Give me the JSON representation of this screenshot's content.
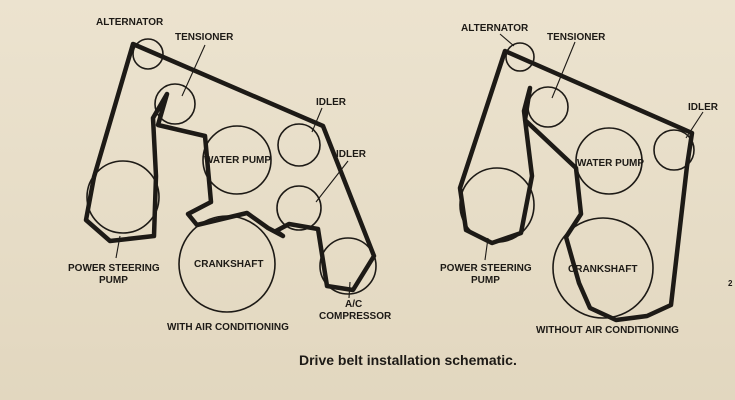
{
  "title": "Drive belt installation schematic.",
  "page_mark": "2",
  "diagram_with_ac": {
    "caption": "WITH AIR CONDITIONING",
    "labels": {
      "alternator": "ALTERNATOR",
      "tensioner": "TENSIONER",
      "idler_upper": "IDLER",
      "idler_lower": "IDLER",
      "water_pump": "WATER PUMP",
      "crankshaft": "CRANKSHAFT",
      "power_steering_line1": "POWER STEERING",
      "power_steering_line2": "PUMP",
      "ac_line1": "A/C",
      "ac_line2": "COMPRESSOR"
    }
  },
  "diagram_without_ac": {
    "caption": "WITHOUT AIR CONDITIONING",
    "labels": {
      "alternator": "ALTERNATOR",
      "tensioner": "TENSIONER",
      "idler": "IDLER",
      "water_pump": "WATER PUMP",
      "crankshaft": "CRANKSHAFT",
      "power_steering_line1": "POWER STEERING",
      "power_steering_line2": "PUMP"
    }
  }
}
